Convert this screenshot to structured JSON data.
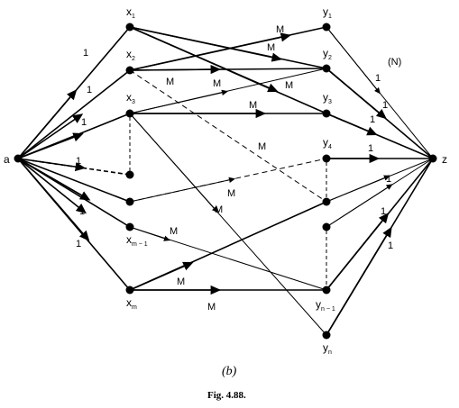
{
  "nodes": {
    "a": {
      "label": "a"
    },
    "z": {
      "label": "z"
    },
    "x1": {
      "label": "x",
      "sub": "1"
    },
    "x2": {
      "label": "x",
      "sub": "2"
    },
    "x3": {
      "label": "x",
      "sub": "3"
    },
    "xm1": {
      "label": "x",
      "sub": "m − 1"
    },
    "xm": {
      "label": "x",
      "sub": "m"
    },
    "y1": {
      "label": "y",
      "sub": "1"
    },
    "y2": {
      "label": "y",
      "sub": "2"
    },
    "y3": {
      "label": "y",
      "sub": "3"
    },
    "y4": {
      "label": "y",
      "sub": "4"
    },
    "yn1": {
      "label": "y",
      "sub": "n − 1"
    },
    "yn": {
      "label": "y",
      "sub": "n"
    }
  },
  "edge_labels": {
    "one": "1",
    "big_m": "M",
    "n_note": "(N)"
  },
  "caption": {
    "sub_label": "(b)",
    "figure": "Fig. 4.88."
  }
}
